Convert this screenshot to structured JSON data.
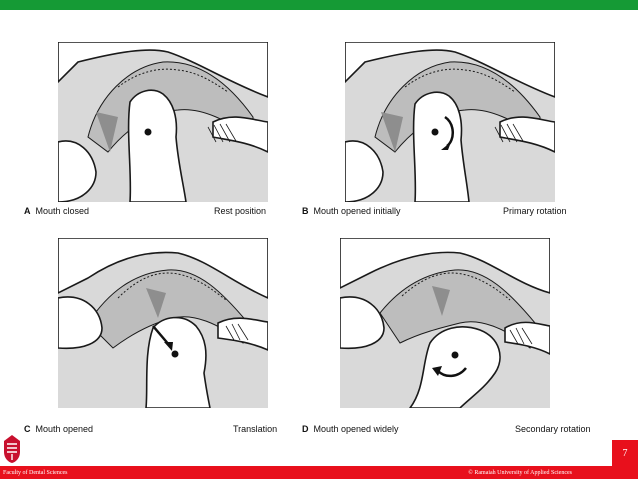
{
  "colors": {
    "top_bar": "#159a35",
    "bottom_bar": "#e8101c",
    "page_box": "#e8101c",
    "bone": "#ffffff",
    "tissue": "#bdbdbd",
    "tissue_dark": "#8e8e8e",
    "background_tissue": "#d9d9d9",
    "outline": "#1a1a1a"
  },
  "panels": [
    {
      "letter": "A",
      "caption": "Mouth closed",
      "label": "Rest position"
    },
    {
      "letter": "B",
      "caption": "Mouth opened initially",
      "label": "Primary rotation"
    },
    {
      "letter": "C",
      "caption": "Mouth opened",
      "label": "Translation"
    },
    {
      "letter": "D",
      "caption": "Mouth opened widely",
      "label": "Secondary rotation"
    }
  ],
  "footer": {
    "left": "Faculty of Dental Sciences",
    "right": "© Ramaiah University of Applied Sciences"
  },
  "page_number": "7",
  "icons": [
    "university-logo-icon"
  ]
}
